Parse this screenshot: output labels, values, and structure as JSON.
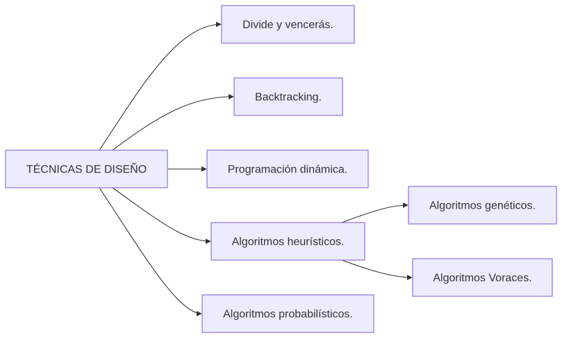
{
  "diagram": {
    "type": "flowchart-lr",
    "colors": {
      "node_fill": "#ececff",
      "node_stroke": "#9370db",
      "edge": "#333333",
      "text": "#333333"
    },
    "nodes": {
      "root": "TÉCNICAS DE DISEÑO",
      "divide": "Divide y vencerás.",
      "backtracking": "Backtracking.",
      "dynamic": "Programación dinámica.",
      "heuristic": "Algoritmos heurísticos.",
      "probabilistic": "Algoritmos probabilísticos.",
      "genetic": "Algoritmos genéticos.",
      "greedy": "Algoritmos Voraces."
    },
    "edges": [
      {
        "from": "root",
        "to": "divide"
      },
      {
        "from": "root",
        "to": "backtracking"
      },
      {
        "from": "root",
        "to": "dynamic"
      },
      {
        "from": "root",
        "to": "heuristic"
      },
      {
        "from": "root",
        "to": "probabilistic"
      },
      {
        "from": "heuristic",
        "to": "genetic"
      },
      {
        "from": "heuristic",
        "to": "greedy"
      }
    ]
  }
}
